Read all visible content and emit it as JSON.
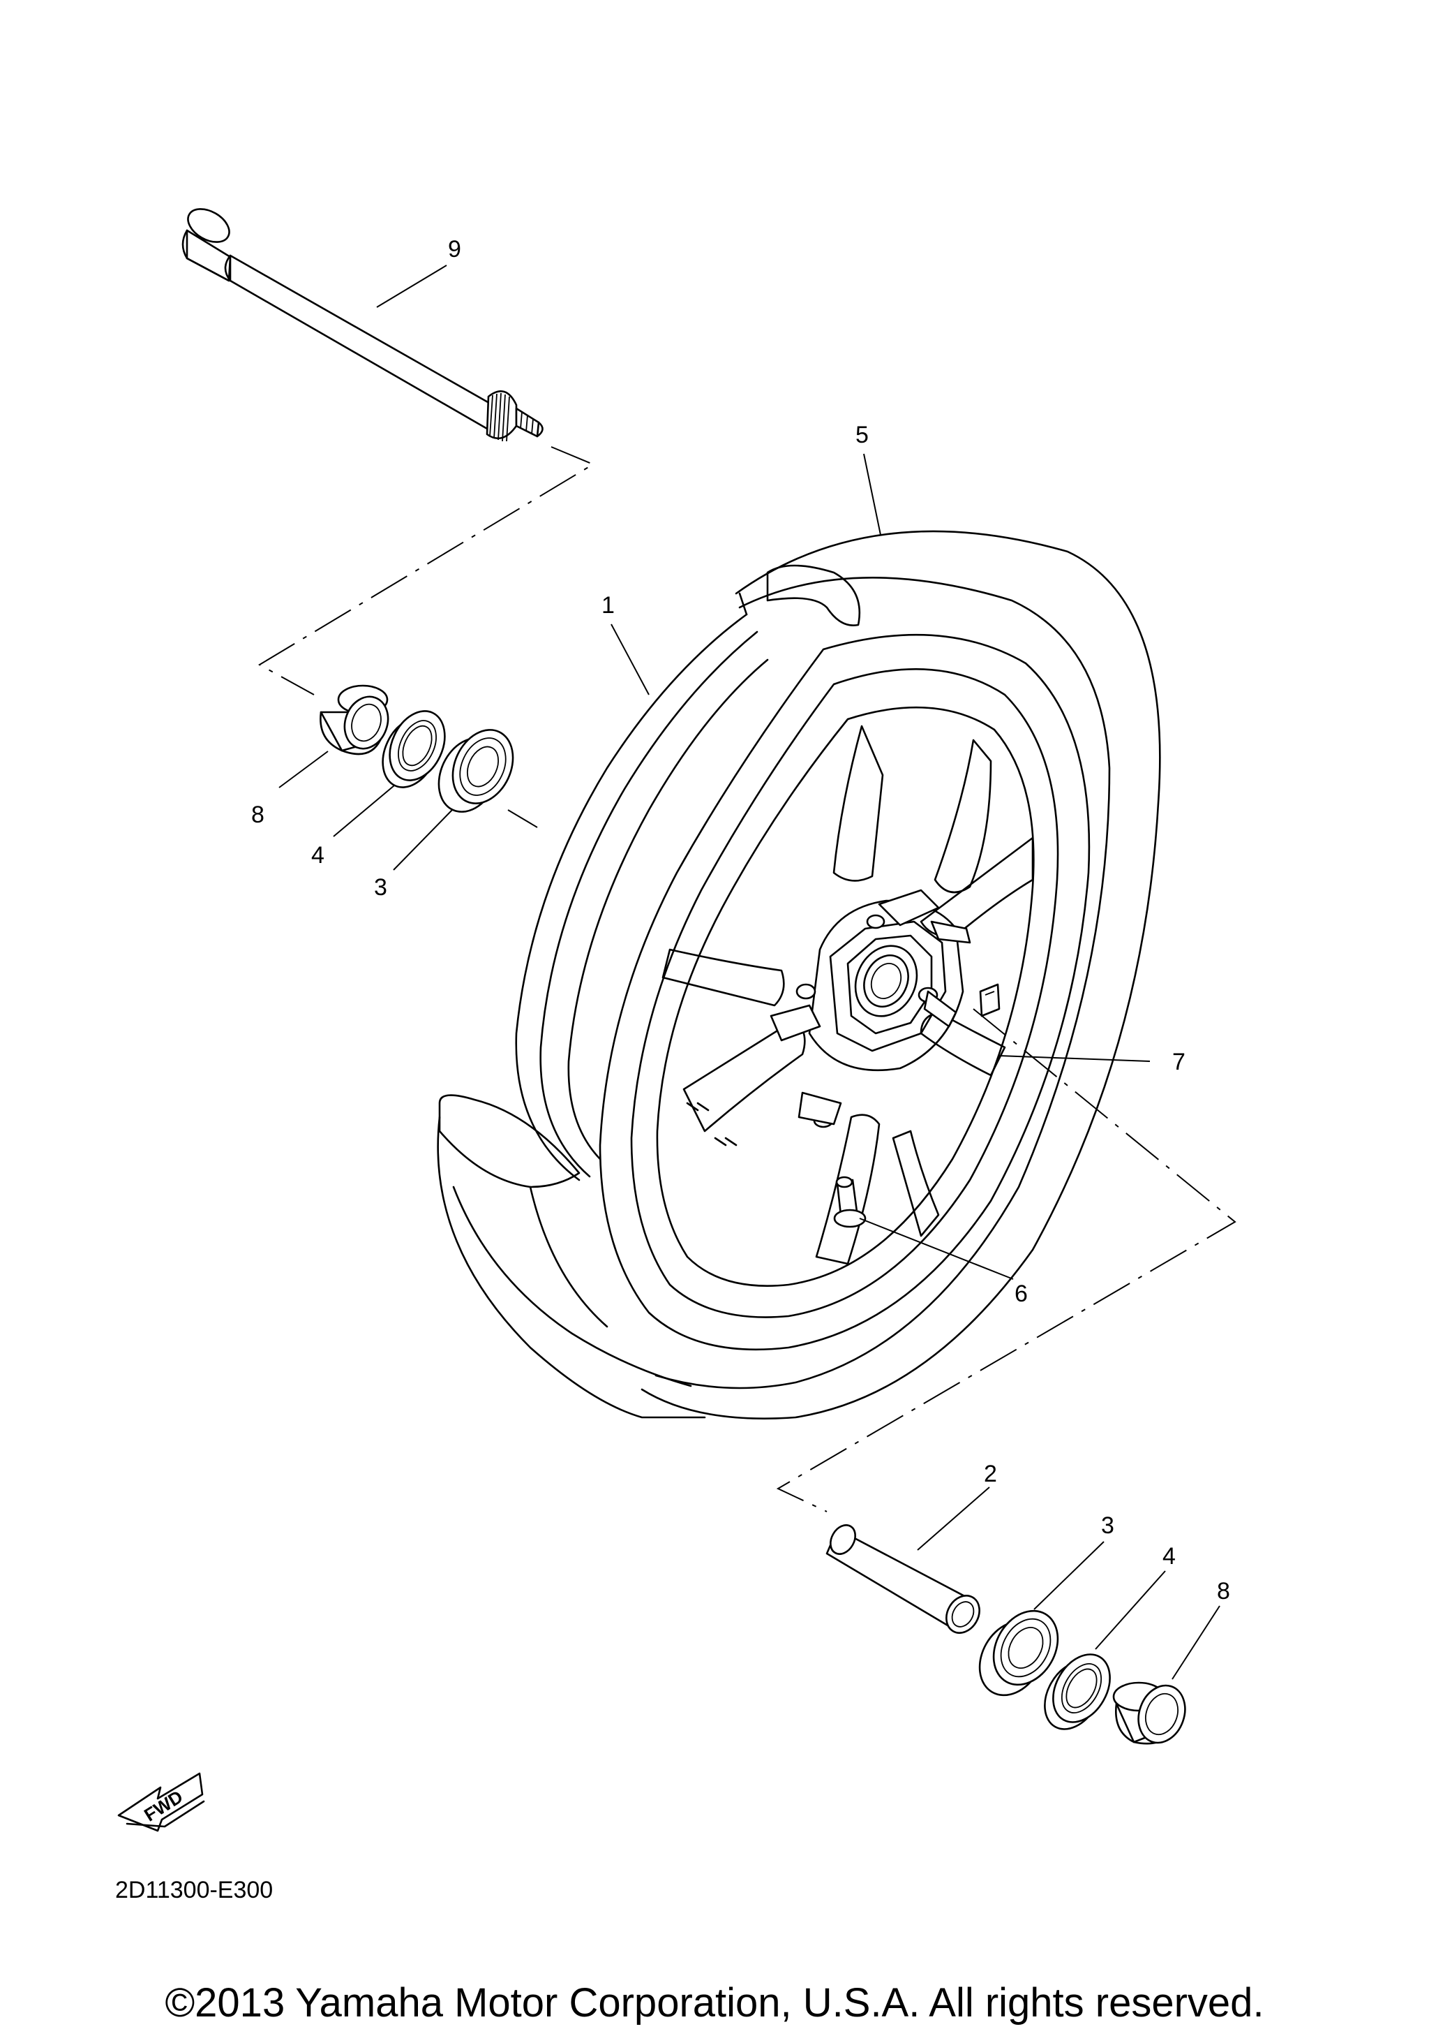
{
  "diagram": {
    "code": "2D11300-E300",
    "fwd_label": "FWD",
    "copyright": "©2013 Yamaha Motor Corporation, U.S.A. All rights reserved."
  },
  "callouts": [
    {
      "id": "c9",
      "text": "9"
    },
    {
      "id": "c5",
      "text": "5"
    },
    {
      "id": "c1",
      "text": "1"
    },
    {
      "id": "c8a",
      "text": "8"
    },
    {
      "id": "c4a",
      "text": "4"
    },
    {
      "id": "c3a",
      "text": "3"
    },
    {
      "id": "c7",
      "text": "7"
    },
    {
      "id": "c6",
      "text": "6"
    },
    {
      "id": "c2",
      "text": "2"
    },
    {
      "id": "c3b",
      "text": "3"
    },
    {
      "id": "c4b",
      "text": "4"
    },
    {
      "id": "c8b",
      "text": "8"
    }
  ]
}
